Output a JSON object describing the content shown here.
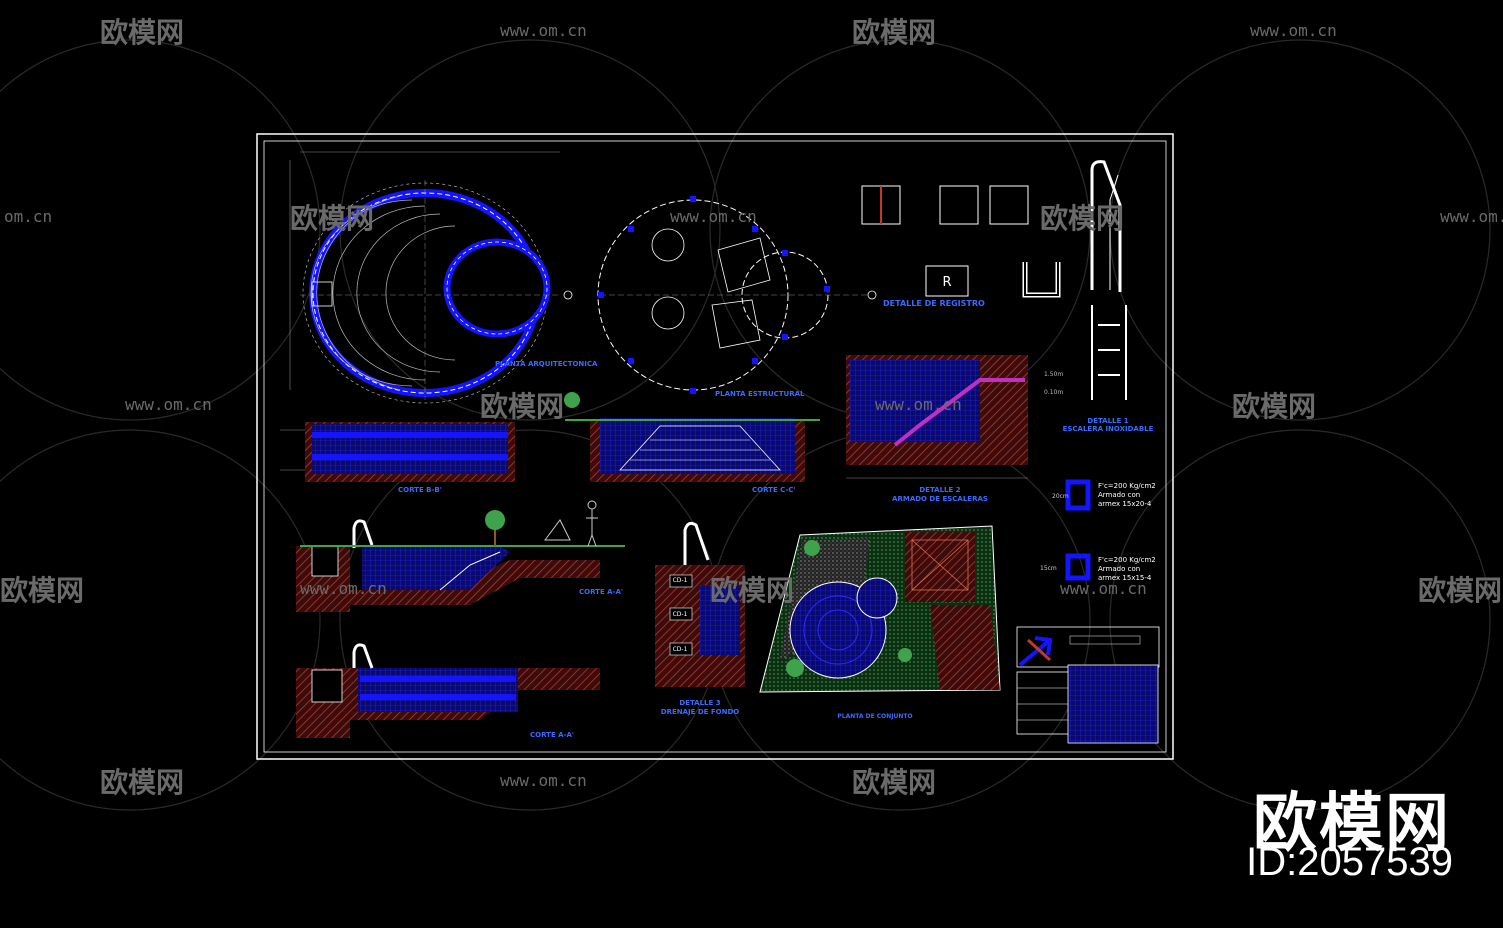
{
  "watermark": {
    "brand": "欧模网",
    "url": "www.om.cn",
    "url_partial": "om.cn"
  },
  "brand_block": {
    "name": "欧模网",
    "id_text": "ID:2057539"
  },
  "labels": {
    "plan_arch": "PLANTA ARQUITECTONICA",
    "plan_struct": "PLANTA ESTRUCTURAL",
    "registro_box": "R",
    "detalle_registro": "DETALLE DE REGISTRO",
    "detalle_escalera_1": "DETALLE 1",
    "detalle_escalera_2": "ESCALERA INOXIDABLE",
    "corte_b": "CORTE B-B'",
    "corte_c": "CORTE C-C'",
    "detalle_armado_1": "DETALLE 2",
    "detalle_armado_2": "ARMADO DE ESCALERAS",
    "corte_aa_1": "CORTE A-A'",
    "corte_aa_2": "CORTE A-A'",
    "detalle_fondo_1": "DETALLE 3",
    "detalle_fondo_2": "DRENAJE DE FONDO",
    "planta_conjunto": "PLANTA DE CONJUNTO",
    "spec1_a": "F'c=200 Kg/cm2",
    "spec1_b": "Armado con",
    "spec1_c": "armex 15x20-4",
    "spec2_a": "F'c=200 Kg/cm2",
    "spec2_b": "Armado con",
    "spec2_c": "armex 15x15-4",
    "dim_20": "20cm",
    "dim_15": "15cm",
    "dim_150": "1.50m",
    "dim_010": "0.10m",
    "cd1": "CD-1",
    "cd2": "CD-1",
    "cd3": "CD-1"
  },
  "colors": {
    "background": "#000000",
    "frame": "#ffffff",
    "pool_blue": "#1414ff",
    "brick_red": "#c0392b",
    "green": "#3fa34d",
    "watermark": "#6a6a6a"
  }
}
